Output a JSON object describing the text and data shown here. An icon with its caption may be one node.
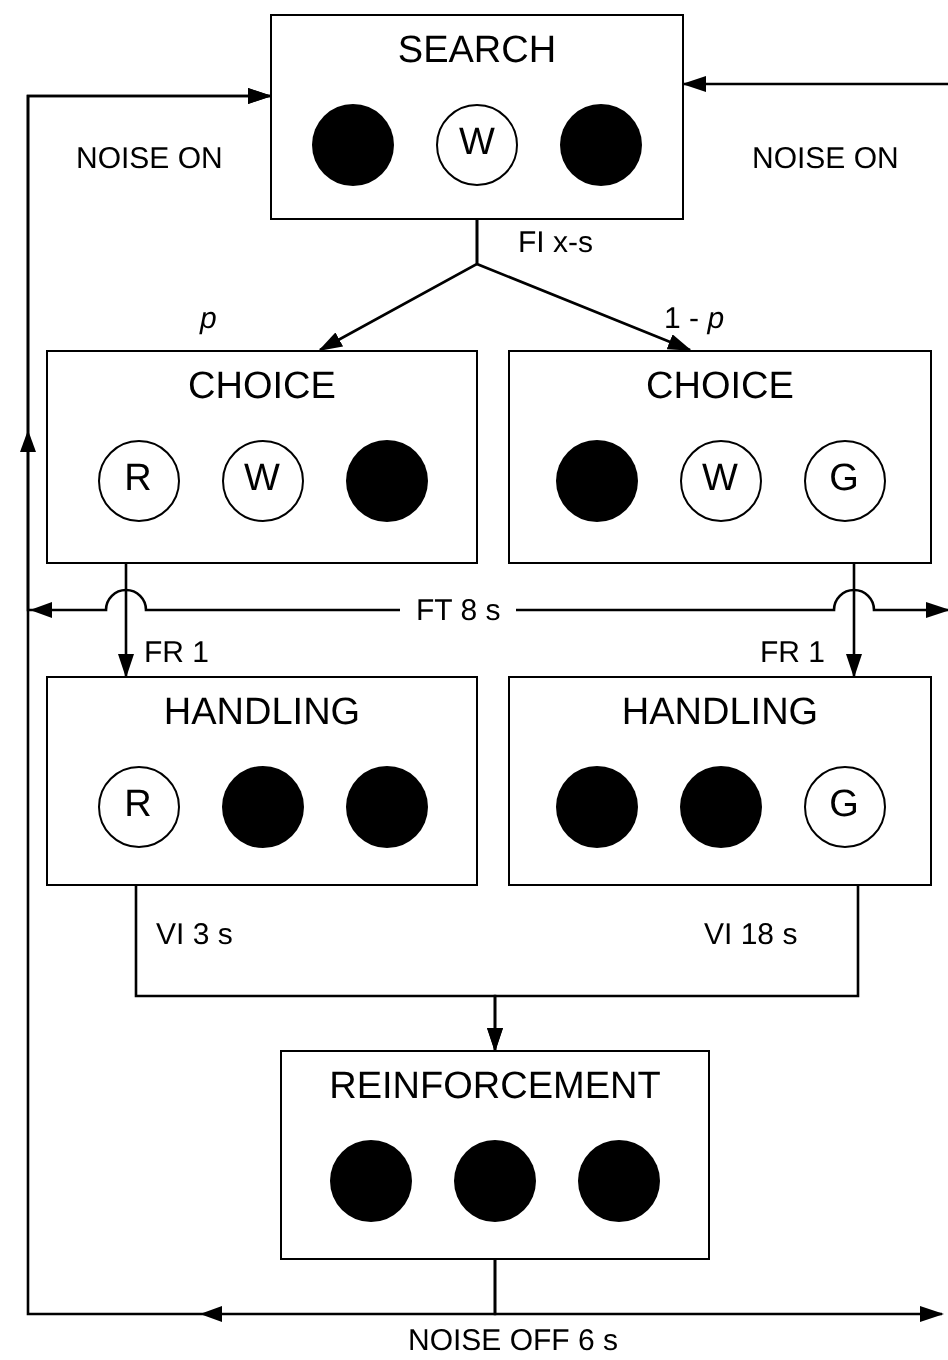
{
  "diagram": {
    "nodes": [
      {
        "text": [
          "SEARCH"
        ]
      },
      {
        "text": [],
        "shape": "circle",
        "in": 0
      },
      {
        "text": [
          "W"
        ],
        "in": 0
      },
      {
        "text": [],
        "shape": "circle",
        "in": 0
      },
      {
        "text": [
          "CHOICE"
        ]
      },
      {
        "text": [
          "R"
        ],
        "in": 4
      },
      {
        "text": [
          "W"
        ],
        "in": 4
      },
      {
        "text": [],
        "shape": "circle",
        "in": 4
      },
      {
        "text": [
          "CHOICE"
        ]
      },
      {
        "text": [],
        "shape": "circle",
        "in": 8
      },
      {
        "text": [
          "W"
        ],
        "in": 8
      },
      {
        "text": [
          "G"
        ],
        "in": 8
      },
      {
        "text": [
          "HANDLING"
        ]
      },
      {
        "text": [
          "R"
        ],
        "in": 12
      },
      {
        "text": [],
        "shape": "circle",
        "in": 12
      },
      {
        "text": [],
        "shape": "circle",
        "in": 12
      },
      {
        "text": [
          "HANDLING"
        ]
      },
      {
        "text": [],
        "shape": "circle",
        "in": 16
      },
      {
        "text": [],
        "shape": "circle",
        "in": 16
      },
      {
        "text": [
          "G"
        ],
        "in": 16
      },
      {
        "text": [
          "REINFORCEMENT"
        ]
      },
      {
        "text": [],
        "shape": "circle",
        "in": 20
      },
      {
        "text": [],
        "shape": "circle",
        "in": 20
      },
      {
        "text": [],
        "shape": "circle",
        "in": 20
      }
    ],
    "edges": [
      {
        "from": 0,
        "to": 4,
        "arrow": "to",
        "label": "*p*"
      },
      {
        "from": 0,
        "to": 8,
        "arrow": "to",
        "label": "1 - *p*"
      },
      {
        "from": 4,
        "to": 12,
        "arrow": "to",
        "label": "FR 1"
      },
      {
        "from": 8,
        "to": 16,
        "arrow": "to",
        "label": "FR 1"
      },
      {
        "from": 12,
        "to": 20,
        "arrow": "to",
        "label": "VI 3 s"
      },
      {
        "from": 16,
        "to": 20,
        "arrow": "to",
        "label": "VI 18 s"
      },
      {
        "from": 20,
        "to": 0,
        "arrow": "to",
        "label": "NOISE ON"
      },
      {
        "from": 20,
        "to": null,
        "arrow": "to"
      },
      {
        "from": null,
        "to": 0,
        "arrow": "to",
        "label": "NOISE ON"
      },
      {
        "from": 8,
        "to": 0,
        "arrow": "both",
        "label": "FT 8 s"
      }
    ],
    "labels": [
      "FI x-s",
      "NOISE OFF 6 s"
    ]
  }
}
